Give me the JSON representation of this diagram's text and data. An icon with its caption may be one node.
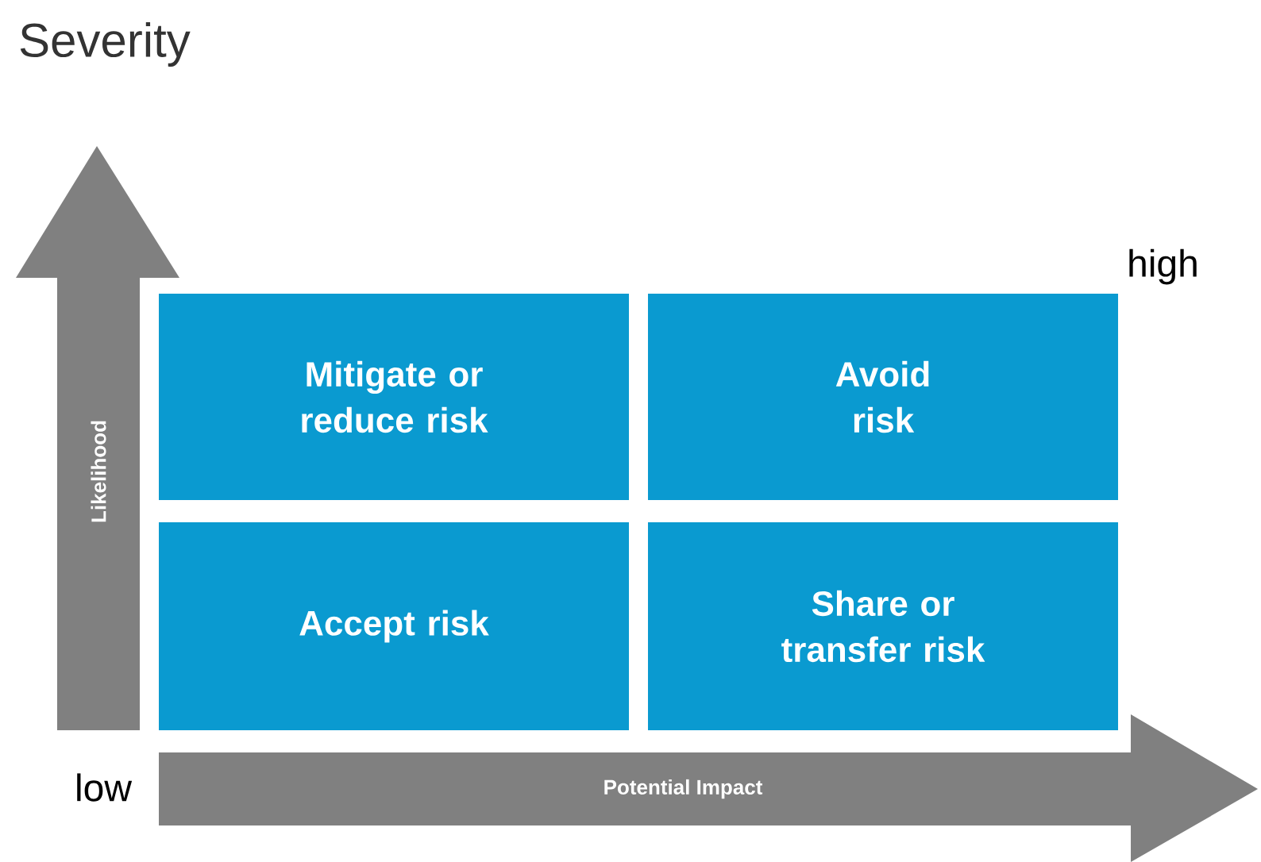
{
  "diagram": {
    "title": "Severity",
    "nodes": [
      {
        "text": [
          "Mitigate or reduce risk"
        ]
      },
      {
        "text": [
          "Avoid risk"
        ]
      },
      {
        "text": [
          "Accept risk"
        ]
      },
      {
        "text": [
          "Share or transfer risk"
        ]
      }
    ],
    "labels": [
      "high",
      "Likelihood",
      "low",
      "Potential Impact"
    ]
  }
}
